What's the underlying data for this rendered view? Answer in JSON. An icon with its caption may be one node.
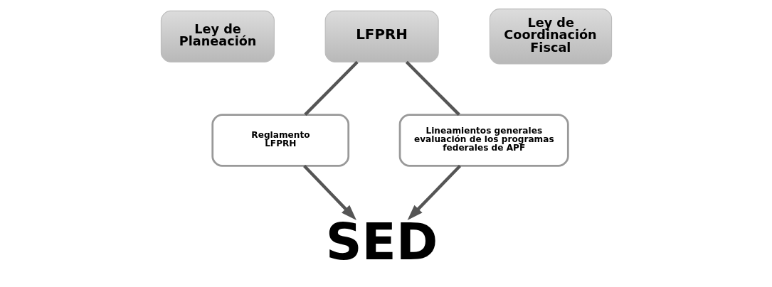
{
  "diagram": {
    "nodes": [
      {
        "text": [
          "Ley de Planeación"
        ]
      },
      {
        "text": [
          "LFPRH"
        ]
      },
      {
        "text": [
          "Ley de Coordinación Fiscal"
        ]
      },
      {
        "text": [
          "Reglamento LFPRH"
        ]
      },
      {
        "text": [
          "Lineamientos generales evaluación de los programas federales de APF"
        ]
      },
      {
        "text": [
          "SED"
        ]
      }
    ],
    "edges": [
      {
        "from": 1,
        "to": 3,
        "arrow": "none"
      },
      {
        "from": 1,
        "to": 4,
        "arrow": "none"
      },
      {
        "from": 3,
        "to": 5,
        "arrow": "to"
      },
      {
        "from": 4,
        "to": 5,
        "arrow": "to"
      }
    ]
  }
}
